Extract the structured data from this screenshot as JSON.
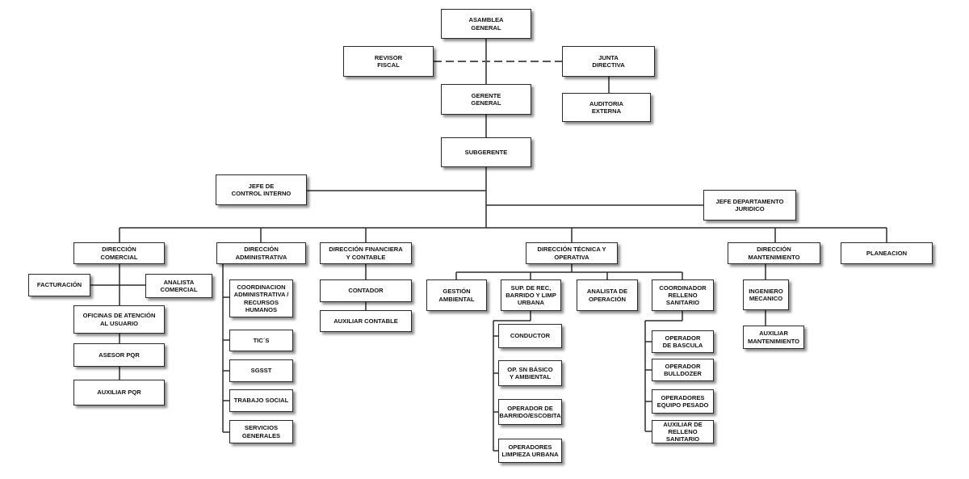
{
  "nodes": {
    "asamblea": "ASAMBLEA\nGENERAL",
    "revisor": "REVISOR\nFISCAL",
    "junta": "JUNTA\nDIRECTIVA",
    "gerente": "GERENTE\nGENERAL",
    "auditoria": "AUDITORIA\nEXTERNA",
    "subgerente": "SUBGERENTE",
    "control_interno": "JEFE DE\nCONTROL INTERNO",
    "juridico": "JEFE DEPARTAMENTO\nJURIDICO",
    "dir_comercial": "DIRECCIÓN\nCOMERCIAL",
    "dir_administrativa": "DIRECCIÓN\nADMINISTRATIVA",
    "dir_financiera": "DIRECCIÓN FINANCIERA\nY CONTABLE",
    "dir_tecnica": "DIRECCIÓN TÉCNICA Y\nOPERATIVA",
    "dir_mantenimiento": "DIRECCIÓN\nMANTENIMIENTO",
    "planeacion": "PLANEACION",
    "facturacion": "FACTURACIÓN",
    "analista_comercial": "ANALISTA\nCOMERCIAL",
    "oficinas": "OFICINAS DE ATENCIÓN\nAL USUARIO",
    "asesor_pqr": "ASESOR PQR",
    "auxiliar_pqr": "AUXILIAR PQR",
    "coord_admin": "COORDINACION\nADMINISTRATIVA /\nRECURSOS\nHUMANOS",
    "tics": "TIC´S",
    "sgsst": "SGSST",
    "trabajo_social": "TRABAJO SOCIAL",
    "servicios_generales": "SERVICIOS\nGENERALES",
    "contador": "CONTADOR",
    "auxiliar_contable": "AUXILIAR CONTABLE",
    "gestion_ambiental": "GESTIÓN\nAMBIENTAL",
    "sup_rec": "SUP. DE REC,\nBARRIDO Y LIMP\nURBANA",
    "analista_operacion": "ANALISTA DE\nOPERACIÓN",
    "coord_relleno": "COORDINADOR\nRELLENO SANITARIO",
    "conductor": "CONDUCTOR",
    "op_sn_basico": "OP. SN BÁSICO\nY AMBIENTAL",
    "operador_barrido": "OPERADOR DE\nBARRIDO/ESCOBITA",
    "operadores_limpieza": "OPERADORES\nLIMPIEZA URBANA",
    "operador_bascula": "OPERADOR\nDE BASCULA",
    "operador_bulldozer": "OPERADOR\nBULLDOZER",
    "operadores_equipo": "OPERADORES\nEQUIPO PESADO",
    "auxiliar_relleno": "AUXILIAR DE\nRELLENO SANITARIO",
    "ingeniero_mecanico": "INGENIERO\nMECANICO",
    "auxiliar_mantenimiento": "AUXILIAR\nMANTENIMIENTO"
  },
  "colors": {
    "line": "#2b2b2b",
    "dashed_line": "#555555",
    "box_border": "#2a2a2a",
    "text": "#111111"
  }
}
